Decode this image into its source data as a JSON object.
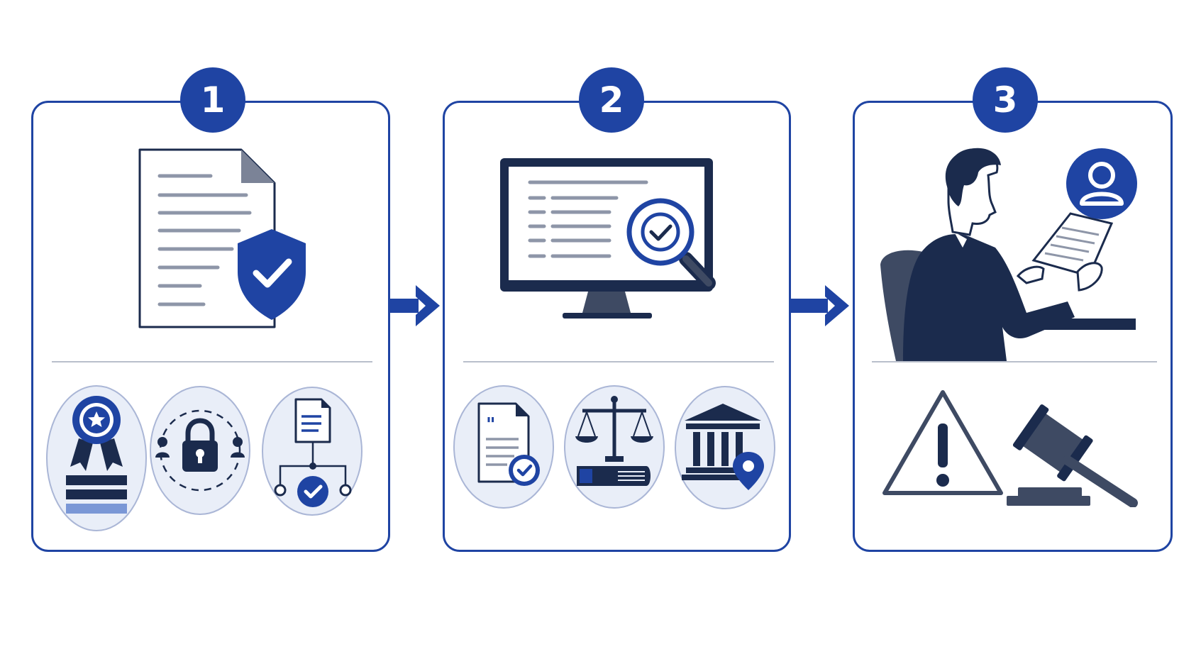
{
  "steps": [
    {
      "number": "1"
    },
    {
      "number": "2"
    },
    {
      "number": "3"
    }
  ],
  "icons": {
    "step_1": {
      "main": "document-shield-check-icon",
      "secondary": [
        "award-ribbon-icon",
        "padlock-users-icon",
        "document-network-check-icon"
      ]
    },
    "step_2": {
      "main": "monitor-magnifier-check-icon",
      "secondary": [
        "document-quote-check-icon",
        "scales-of-justice-book-icon",
        "courthouse-location-icon"
      ]
    },
    "step_3": {
      "main": "person-reading-document-icon",
      "secondary": [
        "user-avatar-icon",
        "warning-triangle-icon",
        "judge-gavel-icon"
      ]
    }
  },
  "colors": {
    "accent": "#1f44a3",
    "navy": "#1b2b4d",
    "slate": "#3e4a63",
    "light_fill": "#e9eef8",
    "line_gray": "#8e96a8"
  }
}
